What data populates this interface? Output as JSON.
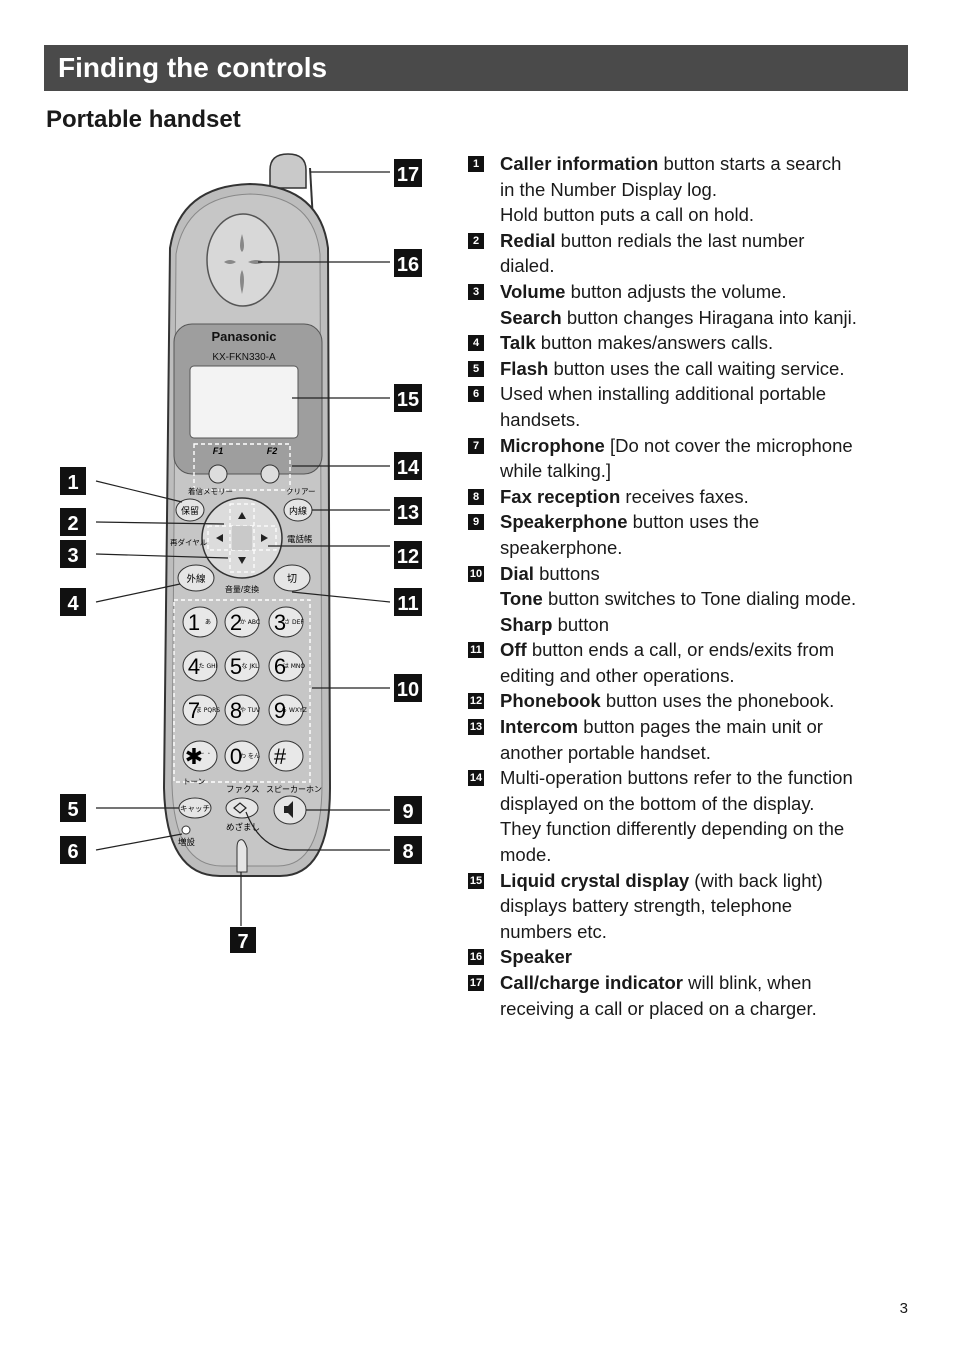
{
  "header": {
    "title": "Finding the controls"
  },
  "section": {
    "title": "Portable handset"
  },
  "diagram": {
    "brand": "Panasonic",
    "model": "KX-FKN330-A",
    "f1": "F1",
    "f2": "F2",
    "labels": {
      "hold_top": "着信メモリー",
      "hold": "保留",
      "redial": "再ダイヤル",
      "clear": "クリアー",
      "intercom": "内線",
      "phonebook": "電話帳",
      "talk": "外線",
      "off": "切",
      "volume": "音量/変換",
      "tone": "トーン",
      "catch": "キャッチ",
      "fax": "ファクス",
      "speaker": "スピーカーホン",
      "mezamashi": "めざまし",
      "zousetsu": "増設"
    },
    "keys": [
      {
        "digit": "1",
        "sub": "あ"
      },
      {
        "digit": "2",
        "sub": "か ABC"
      },
      {
        "digit": "3",
        "sub": "さ DEF"
      },
      {
        "digit": "4",
        "sub": "た GHI"
      },
      {
        "digit": "5",
        "sub": "な JKL"
      },
      {
        "digit": "6",
        "sub": "は MNO"
      },
      {
        "digit": "7",
        "sub": "ま PQRS"
      },
      {
        "digit": "8",
        "sub": "や TUV"
      },
      {
        "digit": "9",
        "sub": "ら WXYZ"
      },
      {
        "digit": "✱",
        "sub": "゛゜"
      },
      {
        "digit": "0",
        "sub": "わ をん"
      },
      {
        "digit": "#",
        "sub": ""
      }
    ],
    "callouts": [
      "1",
      "2",
      "3",
      "4",
      "5",
      "6",
      "7",
      "8",
      "9",
      "10",
      "11",
      "12",
      "13",
      "14",
      "15",
      "16",
      "17"
    ]
  },
  "items": [
    {
      "num": "1",
      "bold": "Caller information",
      "text": " button starts a search in the Number Display log.",
      "line2_bold": "",
      "line2": "Hold button puts a call on hold.",
      "line3_bold": "",
      "line3": ""
    },
    {
      "num": "2",
      "bold": "Redial",
      "text": " button redials the last number dialed.",
      "line2_bold": "",
      "line2": "",
      "line3_bold": "",
      "line3": ""
    },
    {
      "num": "3",
      "bold": "Volume",
      "text": " button adjusts the volume.",
      "line2_bold": "Search",
      "line2": " button changes Hiragana into kanji.",
      "line3_bold": "",
      "line3": ""
    },
    {
      "num": "4",
      "bold": "Talk",
      "text": " button makes/answers calls.",
      "line2_bold": "",
      "line2": "",
      "line3_bold": "",
      "line3": ""
    },
    {
      "num": "5",
      "bold": "Flash",
      "text": " button uses the call waiting service.",
      "line2_bold": "",
      "line2": "",
      "line3_bold": "",
      "line3": ""
    },
    {
      "num": "6",
      "bold": "",
      "text": "Used when installing additional portable handsets.",
      "line2_bold": "",
      "line2": "",
      "line3_bold": "",
      "line3": ""
    },
    {
      "num": "7",
      "bold": "Microphone",
      "text": " [Do not cover the microphone while talking.]",
      "line2_bold": "",
      "line2": "",
      "line3_bold": "",
      "line3": ""
    },
    {
      "num": "8",
      "bold": "Fax reception",
      "text": " receives faxes.",
      "line2_bold": "",
      "line2": "",
      "line3_bold": "",
      "line3": ""
    },
    {
      "num": "9",
      "bold": "Speakerphone",
      "text": " button uses the speakerphone.",
      "line2_bold": "",
      "line2": "",
      "line3_bold": "",
      "line3": ""
    },
    {
      "num": "10",
      "bold": "Dial",
      "text": " buttons",
      "line2_bold": "Tone",
      "line2": " button switches to Tone dialing mode.",
      "line3_bold": "Sharp",
      "line3": " button"
    },
    {
      "num": "11",
      "bold": "Off",
      "text": " button ends a call, or ends/exits from editing and other operations.",
      "line2_bold": "",
      "line2": "",
      "line3_bold": "",
      "line3": ""
    },
    {
      "num": "12",
      "bold": "Phonebook",
      "text": " button uses the phonebook.",
      "line2_bold": "",
      "line2": "",
      "line3_bold": "",
      "line3": ""
    },
    {
      "num": "13",
      "bold": "Intercom",
      "text": " button pages the main unit or another portable handset.",
      "line2_bold": "",
      "line2": "",
      "line3_bold": "",
      "line3": ""
    },
    {
      "num": "14",
      "bold": "",
      "text": "Multi-operation buttons refer to the function displayed on the bottom of the display.",
      "line2_bold": "",
      "line2": "They function differently depending on the mode.",
      "line3_bold": "",
      "line3": ""
    },
    {
      "num": "15",
      "bold": "Liquid crystal display",
      "text": " (with back light) displays battery strength, telephone numbers etc.",
      "line2_bold": "",
      "line2": "",
      "line3_bold": "",
      "line3": ""
    },
    {
      "num": "16",
      "bold": "Speaker",
      "text": "",
      "line2_bold": "",
      "line2": "",
      "line3_bold": "",
      "line3": ""
    },
    {
      "num": "17",
      "bold": "Call/charge indicator",
      "text": " will blink, when receiving a call or placed on a charger.",
      "line2_bold": "",
      "line2": "",
      "line3_bold": "",
      "line3": ""
    }
  ],
  "footer": {
    "page": "3"
  }
}
